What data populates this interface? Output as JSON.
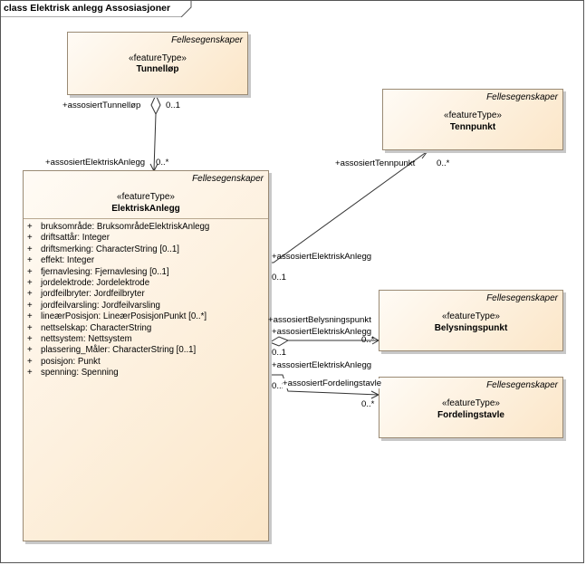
{
  "diagram": {
    "title": "class Elektrisk anlegg Assosiasjoner"
  },
  "classes": {
    "tunnellop": {
      "package": "Fellesegenskaper",
      "stereotype": "«featureType»",
      "name": "Tunnelløp"
    },
    "tennpunkt": {
      "package": "Fellesegenskaper",
      "stereotype": "«featureType»",
      "name": "Tennpunkt"
    },
    "elektrisk_anlegg": {
      "package": "Fellesegenskaper",
      "stereotype": "«featureType»",
      "name": "ElektriskAnlegg",
      "visibility": "+",
      "attributes": [
        "bruksområde: BruksområdeElektriskAnlegg",
        "driftsattår: Integer",
        "driftsmerking: CharacterString [0..1]",
        "effekt: Integer",
        "fjernavlesing: Fjernavlesing [0..1]",
        "jordelektrode: Jordelektrode",
        "jordfeilbryter: Jordfeilbryter",
        "jordfeilvarsling: Jordfeilvarsling",
        "lineærPosisjon: LineærPosisjonPunkt [0..*]",
        "nettselskap: CharacterString",
        "nettsystem: Nettsystem",
        "plassering_Måler: CharacterString [0..1]",
        "posisjon: Punkt",
        "spenning: Spenning"
      ]
    },
    "belysningspunkt": {
      "package": "Fellesegenskaper",
      "stereotype": "«featureType»",
      "name": "Belysningspunkt"
    },
    "fordelingstavle": {
      "package": "Fellesegenskaper",
      "stereotype": "«featureType»",
      "name": "Fordelingstavle"
    }
  },
  "associations": {
    "tunnel": {
      "role_top": "+assosiertTunnelløp",
      "mult_top": "0..1",
      "role_bottom": "+assosiertElektriskAnlegg",
      "mult_bottom": "0..*"
    },
    "tenn": {
      "role_far": "+assosiertTennpunkt",
      "mult_far": "0..*",
      "role_near": "+assosiertElektriskAnlegg",
      "mult_near": "0..1"
    },
    "belys": {
      "role_far": "+assosiertBelysningspunkt",
      "mult_far": "0..*",
      "role_near": "+assosiertElektriskAnlegg",
      "mult_near": "0..1"
    },
    "forde": {
      "role_far": "+assosiertFordelingstavle",
      "mult_far": "0..*",
      "role_near": "+assosiertElektriskAnlegg",
      "mult_near": "0..1"
    }
  }
}
